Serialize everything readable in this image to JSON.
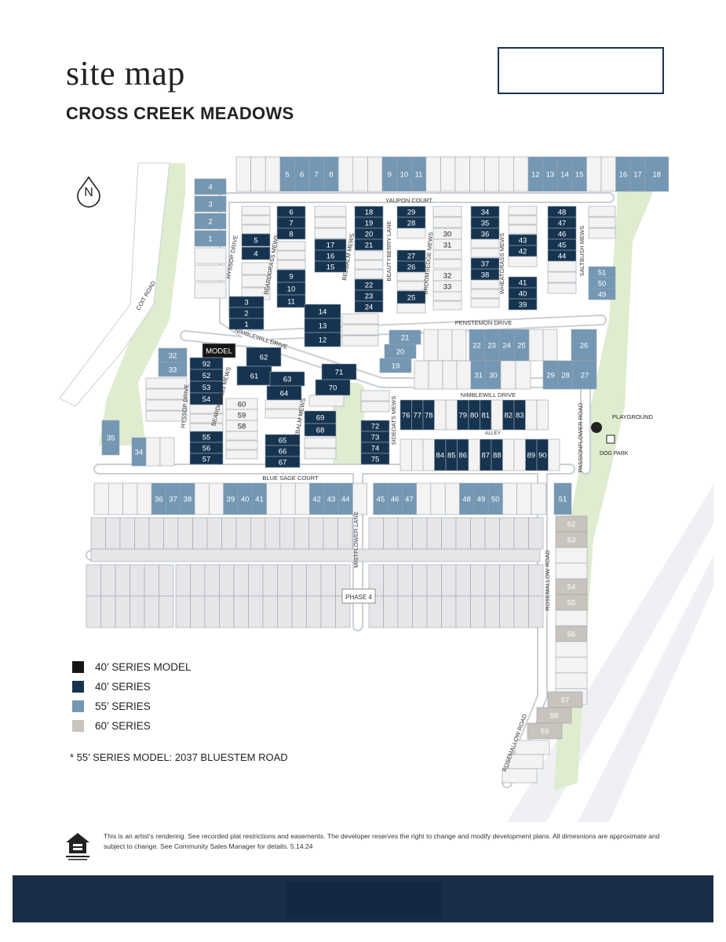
{
  "header": {
    "title": "site map",
    "community": "CROSS CREEK MEADOWS"
  },
  "colors": {
    "model_40": "#151515",
    "series_40": "#163450",
    "series_55": "#7497b3",
    "series_60": "#c9c3bd",
    "unassigned_lot": "#f3f3f3",
    "phase4_lot": "#e6e6e8",
    "green_space": "#dfeccf",
    "road": "#ffffff",
    "footer": "#1a2e47"
  },
  "map": {
    "north_label": "N",
    "streets": {
      "coit_road": "COIT ROAD",
      "yaupon_court": "YAUPON COURT",
      "hyssop_drive": "HYSSOP DRIVE",
      "beardgrass_mews": "BEARDGRASS MEWS",
      "beebalm_mews": "BEEBALM MEWS",
      "beautyberry_lane": "BEAUTYBERRY LANE",
      "broomsedge_mews": "BROOMSEDGE MEWS",
      "wheatgrass_mews": "WHEATGRASS MEWS",
      "saltbush_mews": "SALTBUSH MEWS",
      "penstemon_drive": "PENSTEMON DRIVE",
      "nimblewill_drive": "NIMBLEWILL DRIVE",
      "sideoats_mews": "SIDEOATS MEWS",
      "alley": "ALLEY",
      "passionflower_road": "PASSIONFLOWER ROAD",
      "blue_sage_court": "BLUE SAGE COURT",
      "mistflower_lane": "MISTFLOWER LANE",
      "rosemallow_road": "ROSEMALLOW ROAD"
    },
    "amenities": {
      "playground": "PLAYGROUND",
      "dog_park": "DOG PARK"
    },
    "phase_label": "PHASE 4",
    "model_label": "MODEL",
    "lots": {
      "top_row": [
        "5",
        "6",
        "7",
        "8",
        "9",
        "10",
        "11",
        "12",
        "13",
        "14",
        "15",
        "16",
        "17",
        "18"
      ],
      "west_block": [
        "4",
        "3",
        "2",
        "1"
      ],
      "hyssop_upper": [
        "5",
        "4",
        "3",
        "2",
        "1"
      ],
      "beardgrass_upper": [
        "6",
        "7",
        "8",
        "9",
        "10",
        "11",
        "12",
        "13",
        "14"
      ],
      "beebalm_upper": [
        "17",
        "16",
        "15"
      ],
      "beautyberry_west": [
        "18",
        "19",
        "20",
        "21",
        "22",
        "23",
        "24"
      ],
      "beautyberry_east": [
        "29",
        "28",
        "27",
        "26",
        "25"
      ],
      "broomsedge_block": [
        "30",
        "31",
        "32",
        "33"
      ],
      "wheatgrass_west": [
        "34",
        "35",
        "36",
        "37",
        "38"
      ],
      "wheatgrass_east": [
        "43",
        "42",
        "41",
        "40",
        "39"
      ],
      "saltbush_block": [
        "48",
        "47",
        "46",
        "45",
        "44"
      ],
      "east_upper": [
        "51",
        "50",
        "49"
      ],
      "middle_south": [
        "21",
        "20",
        "19",
        "22",
        "23",
        "24",
        "25",
        "26",
        "27",
        "31",
        "30",
        "29",
        "28"
      ],
      "south_west": [
        "32",
        "33",
        "35",
        "34"
      ],
      "beardgrass_lower": [
        "92",
        "52",
        "53",
        "54",
        "55",
        "56",
        "57"
      ],
      "beardgrass_east": [
        "62",
        "61",
        "60",
        "59",
        "58"
      ],
      "beebalm_lower": [
        "63",
        "64",
        "65",
        "66",
        "67"
      ],
      "beebalm_east": [
        "71",
        "70",
        "69",
        "68"
      ],
      "sideoats_block": [
        "72",
        "73",
        "74",
        "75"
      ],
      "nimblewill_south": [
        "76",
        "77",
        "78",
        "79",
        "80",
        "81",
        "82",
        "83"
      ],
      "alley_block": [
        "84",
        "85",
        "86",
        "87",
        "88",
        "89",
        "90"
      ],
      "blue_sage_row": [
        "36",
        "37",
        "38",
        "39",
        "40",
        "41",
        "42",
        "43",
        "44",
        "45",
        "46",
        "47",
        "48",
        "49",
        "50",
        "51"
      ],
      "rosemallow_lots": [
        "52",
        "53",
        "54",
        "55",
        "56",
        "57",
        "58",
        "59"
      ]
    }
  },
  "legend": [
    {
      "label": "40’ SERIES MODEL",
      "color": "#151515"
    },
    {
      "label": "40’ SERIES",
      "color": "#163450"
    },
    {
      "label": "55’ SERIES",
      "color": "#7497b3"
    },
    {
      "label": "60’ SERIES",
      "color": "#c9c3bd"
    }
  ],
  "model_note": "* 55’ SERIES MODEL: 2037 BLUESTEM ROAD",
  "disclaimer": "This is an artist’s rendering. See recorded plat restrictions and easements. The developer reserves the right to change and modify development plans. All dimesnions are approximate and subject to change. See Community Sales Manager for details. 5.14.24"
}
